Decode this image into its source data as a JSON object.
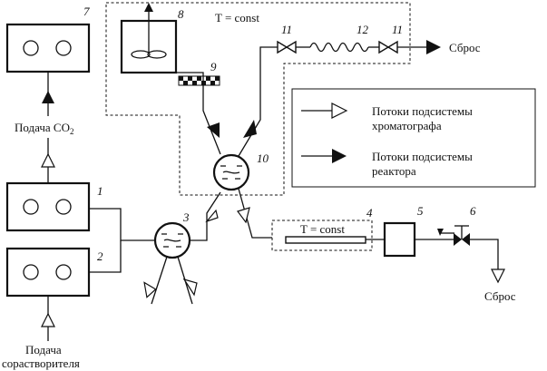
{
  "labels": {
    "t_const_top": "T = const",
    "t_const_column": "T = const",
    "discharge_top": "Сброс",
    "discharge_bottom": "Сброс",
    "co2_feed": "Подача CO",
    "co2_sub": "2",
    "solvent_feed_line1": "Подача",
    "solvent_feed_line2": "сорастворителя"
  },
  "legend": {
    "chromatograph_line1": "Потоки подсистемы",
    "chromatograph_line2": "хроматографа",
    "reactor_line1": "Потоки подсистемы",
    "reactor_line2": "реактора"
  },
  "numbers": {
    "n1": "1",
    "n2": "2",
    "n3": "3",
    "n4": "4",
    "n5": "5",
    "n6": "6",
    "n7": "7",
    "n8": "8",
    "n9": "9",
    "n10": "10",
    "n11a": "11",
    "n11b": "11",
    "n12": "12"
  },
  "icons": {
    "chromatograph_flow": "open-triangle-arrow-icon",
    "reactor_flow": "filled-triangle-arrow-icon",
    "valve": "bowtie-valve-icon",
    "stirrer": "stirrer-icon",
    "six_port_valve": "six-port-valve-icon"
  }
}
